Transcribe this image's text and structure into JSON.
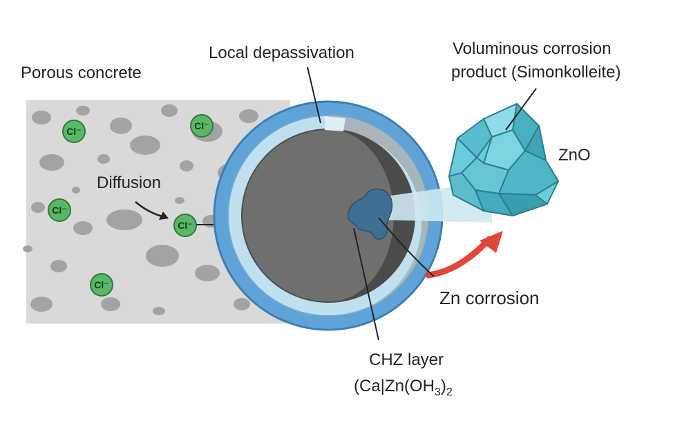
{
  "labels": {
    "porous_concrete": "Porous concrete",
    "local_depassivation": "Local depassivation",
    "voluminous_line1": "Voluminous corrosion",
    "voluminous_line2": "product (Simonkolleite)",
    "zno": "ZnO",
    "diffusion": "Diffusion",
    "zn_corrosion": "Zn corrosion",
    "chz_line1": "CHZ layer",
    "chz_line2_main": "(Ca|Zn(OH",
    "chz_sub3": "3",
    "chz_close": ")",
    "chz_sub2": "2"
  },
  "ions": [
    {
      "label": "Cl⁻"
    },
    {
      "label": "Cl⁻"
    },
    {
      "label": "Cl⁻"
    },
    {
      "label": "Cl⁻"
    },
    {
      "label": "Cl⁻"
    }
  ],
  "colors": {
    "concrete": "#d9d9d9",
    "pore": "#9e9e9e",
    "ion_fill": "#59b865",
    "ion_stroke": "#2f7a38",
    "outer_ring": "#5fa3d8",
    "inner_ring": "#b8dcec",
    "core": "#6f6f6f",
    "crystal": "#5cc3d3",
    "arrow_red": "#e0473a"
  }
}
